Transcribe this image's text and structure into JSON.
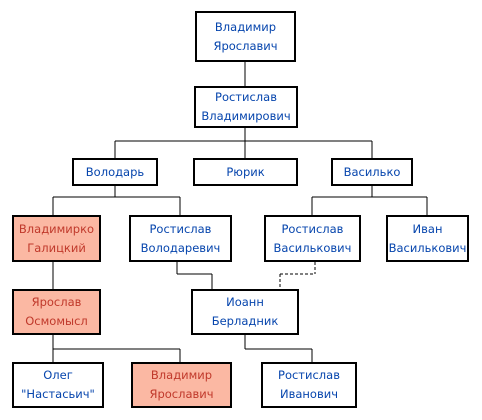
{
  "tree": {
    "vladimir_yaroslavich_top": "Владимир\nЯрославич",
    "rostislav_vladimirovich": "Ростислав\nВладимирович",
    "volodar": "Володарь",
    "ryurik": "Рюрик",
    "vasilko": "Василько",
    "vladimirko_galitsky": "Владимирко\nГалицкий",
    "rostislav_volodarevich": "Ростислав\nВолодаревич",
    "rostislav_vasilkovich": "Ростислав\nВасилькович",
    "ivan_vasilkovich": "Иван\nВасилькович",
    "yaroslav_osmomysl": "Ярослав\nОсмомысл",
    "ioann_berladnik": "Иоанн Берладник",
    "oleg_nastasich": "Олег\n\"Настасьич\"",
    "vladimir_yaroslavich_bottom": "Владимир\nЯрославич",
    "rostislav_ivanovich": "Ростислав\nИванович"
  },
  "colors": {
    "highlight_fill": "#fbb8a3",
    "highlight_text": "#c0392b",
    "link_text": "#0645ad"
  }
}
